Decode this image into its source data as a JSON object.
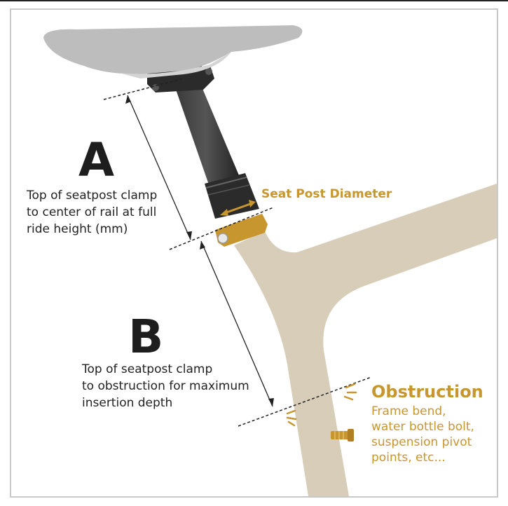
{
  "labels": {
    "a_letter": "A",
    "a_description": "Top of seatpost clamp\nto center of rail at full\nride height (mm)",
    "b_letter": "B",
    "b_description": "Top of seatpost clamp\nto obstruction for maximum\ninsertion depth",
    "seat_post_diameter": "Seat Post Diameter",
    "obstruction_title": "Obstruction",
    "obstruction_description": "Frame bend,\nwater bottle bolt,\nsuspension pivot\npoints, etc..."
  },
  "colors": {
    "frame_tan": "#d8cdb8",
    "saddle_gray": "#bdbdbd",
    "seatpost_black": "#2b2b2b",
    "accent_gold": "#c7962e",
    "text_dark": "#222222"
  }
}
